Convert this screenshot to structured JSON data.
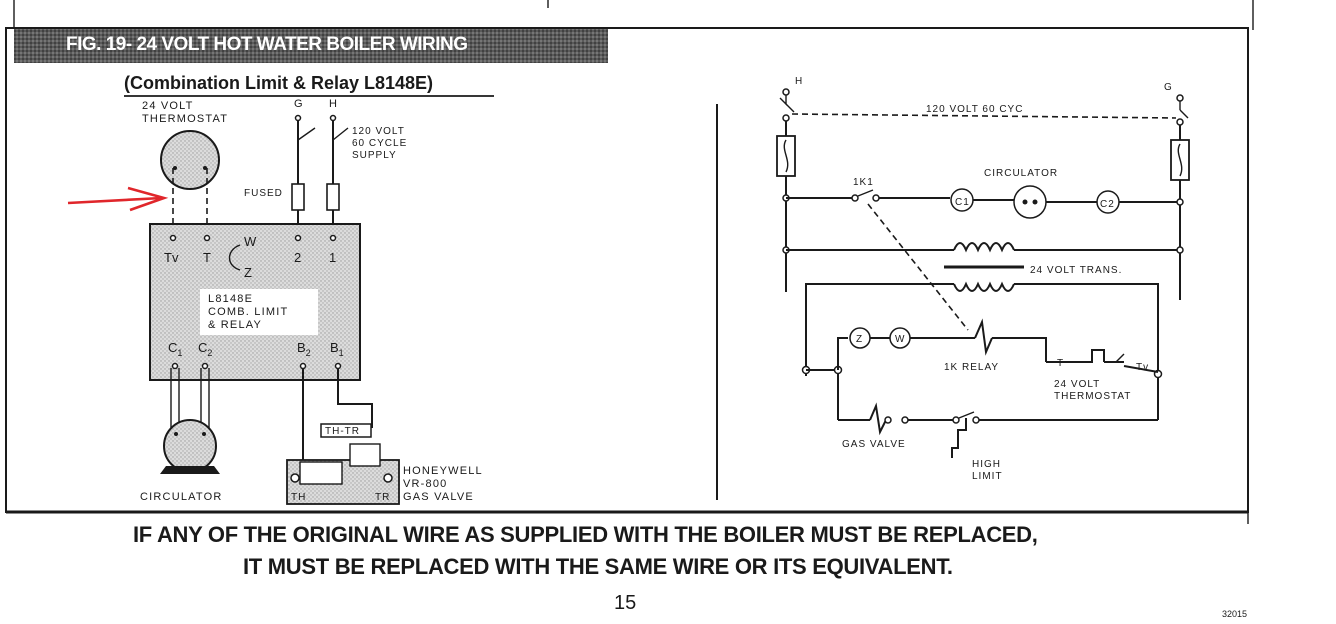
{
  "figure": {
    "title": "FIG. 19- 24 VOLT HOT WATER BOILER WIRING",
    "subtitle": "(Combination Limit & Relay L8148E)"
  },
  "left_diagram": {
    "thermostat_label": [
      "24 VOLT",
      "THERMOSTAT"
    ],
    "supply_terminals": [
      "G",
      "H"
    ],
    "supply_label": [
      "120 VOLT",
      "60 CYCLE",
      "SUPPLY"
    ],
    "fused_label": "FUSED",
    "relay_terminals_top": [
      "Tv",
      "T",
      "2",
      "1"
    ],
    "relay_wz": [
      "W",
      "Z"
    ],
    "relay_label": [
      "L8148E",
      "COMB. LIMIT",
      "& RELAY"
    ],
    "relay_terminals_bottom": [
      {
        "letter": "C",
        "sub": "1"
      },
      {
        "letter": "C",
        "sub": "2"
      },
      {
        "letter": "B",
        "sub": "2"
      },
      {
        "letter": "B",
        "sub": "1"
      }
    ],
    "circulator_label": "CIRCULATOR",
    "gas_valve_terminals": [
      "TH-TR",
      "TH",
      "TR"
    ],
    "gas_valve_label": [
      "HONEYWELL",
      "VR-800",
      "GAS VALVE"
    ]
  },
  "right_diagram": {
    "supply_terminals": [
      "H",
      "G"
    ],
    "supply_label": "120 VOLT 60 CYC",
    "contact_label": "1K1",
    "circulator_label": "CIRCULATOR",
    "circulator_terminals": [
      "C1",
      "C2"
    ],
    "transformer_label": "24 VOLT TRANS.",
    "relay_terminals": [
      "Z",
      "W"
    ],
    "relay_label": "1K RELAY",
    "thermostat_terminals": [
      "T",
      "Tv"
    ],
    "thermostat_label": [
      "24 VOLT",
      "THERMOSTAT"
    ],
    "gas_valve_label": "GAS VALVE",
    "high_limit_label": [
      "HIGH",
      "LIMIT"
    ]
  },
  "footer": {
    "line1": "IF ANY OF THE ORIGINAL WIRE AS SUPPLIED WITH THE BOILER MUST BE REPLACED,",
    "line2": "IT MUST BE REPLACED WITH THE SAME WIRE OR ITS EQUIVALENT."
  },
  "page_number": "15",
  "doc_code": "32015",
  "colors": {
    "annotation_arrow": "#e0262b",
    "title_band": "#4a4a4a",
    "relay_box": "#d2d2d2"
  }
}
